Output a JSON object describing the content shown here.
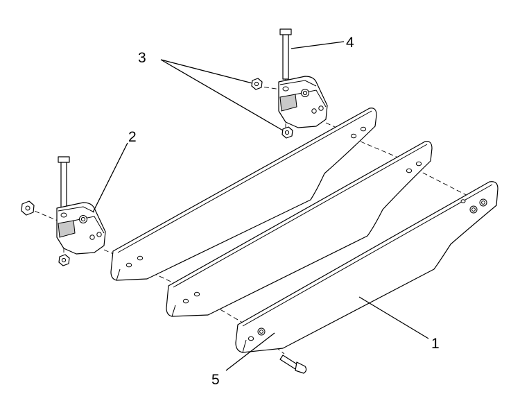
{
  "diagram": {
    "callouts": [
      {
        "id": "c1",
        "label": "1"
      },
      {
        "id": "c2",
        "label": "2"
      },
      {
        "id": "c3",
        "label": "3"
      },
      {
        "id": "c4",
        "label": "4"
      },
      {
        "id": "c5",
        "label": "5"
      }
    ]
  }
}
